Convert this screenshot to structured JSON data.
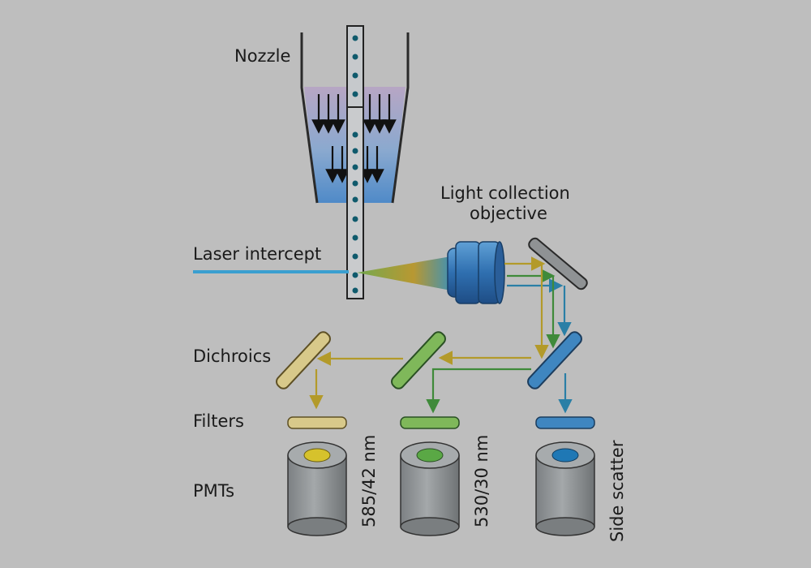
{
  "labels": {
    "nozzle": "Nozzle",
    "light_collection_line1": "Light collection",
    "light_collection_line2": "objective",
    "laser_intercept": "Laser intercept",
    "dichroics": "Dichroics",
    "filters": "Filters",
    "pmts": "PMTs",
    "pmt_1": "585/42 nm",
    "pmt_2": "530/30 nm",
    "pmt_3": "Side scatter"
  },
  "colors": {
    "background": "#bebebe",
    "laser": "#3a9fd0",
    "yellow_signal": "#b39a2a",
    "green_signal": "#3f8a3a",
    "blue_signal": "#2a7fa6",
    "yellow_filter": "#d8c98a",
    "green_filter": "#7fb85a",
    "blue_filter": "#3f86c0",
    "pmt_body": "#8e9294"
  }
}
